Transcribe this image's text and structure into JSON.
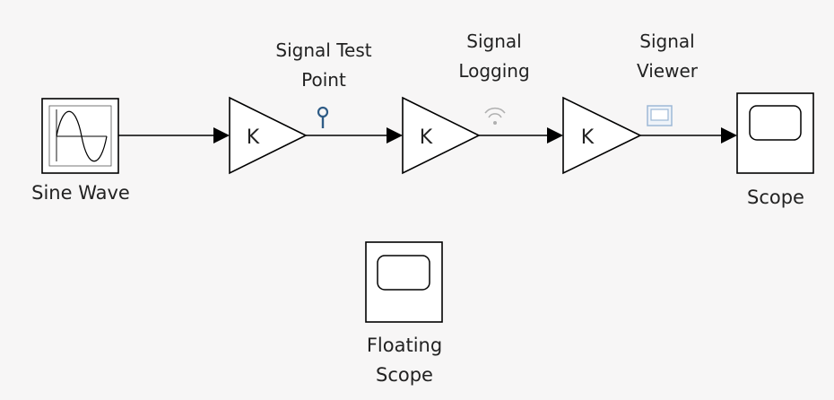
{
  "blocks": {
    "sine_wave": {
      "label": "Sine Wave"
    },
    "gain_1": {
      "symbol": "K"
    },
    "gain_2": {
      "symbol": "K"
    },
    "gain_3": {
      "symbol": "K"
    },
    "scope": {
      "label": "Scope"
    },
    "floating_scope": {
      "label_line1": "Floating",
      "label_line2": "Scope"
    }
  },
  "signals": {
    "test_point": {
      "label_line1": "Signal Test",
      "label_line2": "Point",
      "icon": "magnifier-icon"
    },
    "logging": {
      "label_line1": "Signal",
      "label_line2": "Logging",
      "icon": "wifi-logging-icon"
    },
    "viewer": {
      "label_line1": "Signal",
      "label_line2": "Viewer",
      "icon": "viewer-screen-icon"
    }
  },
  "colors": {
    "background": "#f7f6f6",
    "test_point_icon": "#2f5c86",
    "logging_icon": "#b0b0b0",
    "viewer_icon": "#9db8d6"
  }
}
